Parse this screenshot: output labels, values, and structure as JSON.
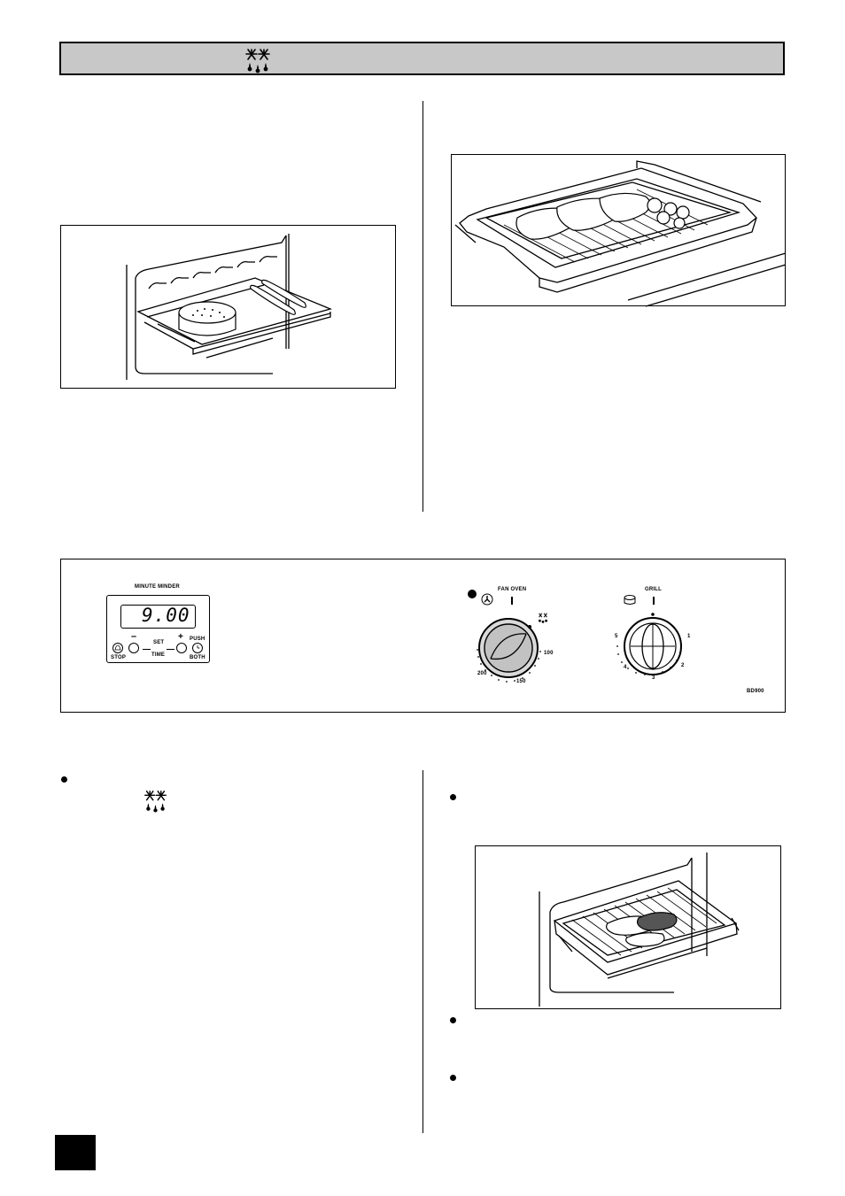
{
  "icons": {
    "header": "defrost-icon",
    "bullet_defrost": "defrost-icon",
    "fan": "fan-icon",
    "grill": "grill-icon"
  },
  "control_panel": {
    "minute_minder": {
      "title": "MINUTE MINDER",
      "display": "9.00",
      "minus": "–",
      "plus": "+",
      "set": "SET",
      "time": "TIME",
      "stop": "STOP",
      "push": "PUSH",
      "both": "BOTH"
    },
    "fan_oven": {
      "label": "FAN OVEN",
      "scale": {
        "s200": "200",
        "s150": "150",
        "s100": "100"
      }
    },
    "grill": {
      "label": "GRILL",
      "scale": {
        "s1": "1",
        "s2": "2",
        "s3": "3",
        "s4": "4",
        "s5": "5"
      }
    },
    "model": "BD900"
  }
}
